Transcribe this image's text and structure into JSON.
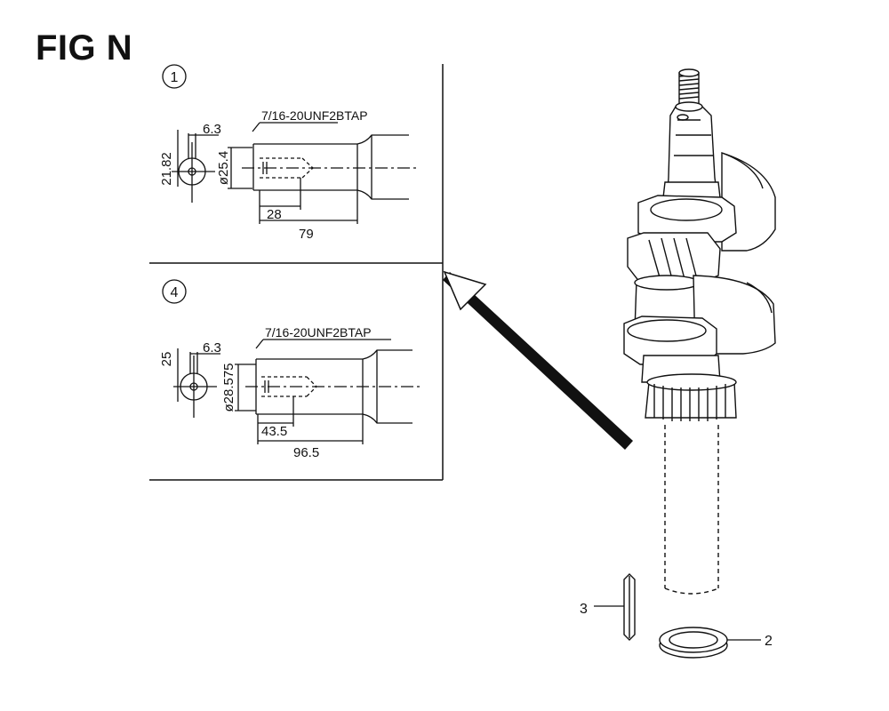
{
  "figure": {
    "title": "FIG N"
  },
  "detail_1": {
    "marker": "1",
    "thread_spec": "7/16-20UNF2BTAP",
    "dim_height": "21.82",
    "dim_keyway": "6.3",
    "dim_diameter": "ø25.4",
    "dim_depth": "28",
    "dim_length": "79"
  },
  "detail_4": {
    "marker": "4",
    "thread_spec": "7/16-20UNF2BTAP",
    "dim_height": "25",
    "dim_keyway": "6.3",
    "dim_diameter": "ø28.575",
    "dim_depth": "43.5",
    "dim_length": "96.5"
  },
  "callouts": [
    {
      "label": "3",
      "part": "key"
    },
    {
      "label": "2",
      "part": "washer"
    }
  ],
  "colors": {
    "ink": "#111111",
    "paper": "#ffffff"
  }
}
